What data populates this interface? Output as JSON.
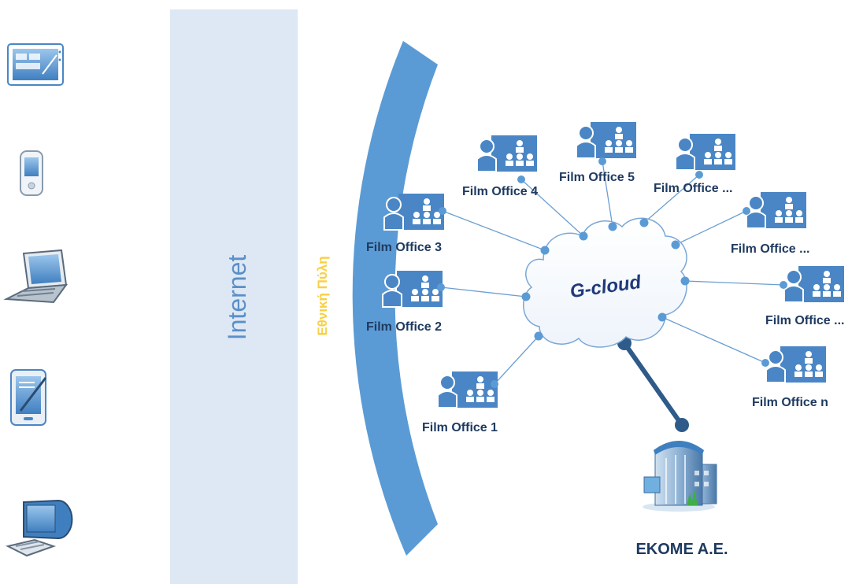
{
  "internet_label": "Internet",
  "portal_label": "Εθνική Πύλη",
  "cloud_label": "G-cloud",
  "ekome_label": "EKOME A.E.",
  "devices": [
    {
      "name": "tablet-dashboard-icon"
    },
    {
      "name": "mobile-phone-icon"
    },
    {
      "name": "laptop-icon"
    },
    {
      "name": "pda-stylus-icon"
    },
    {
      "name": "desktop-computer-icon"
    }
  ],
  "offices": [
    {
      "label": "Film Office 1"
    },
    {
      "label": "Film Office 2"
    },
    {
      "label": "Film Office 3"
    },
    {
      "label": "Film Office 4"
    },
    {
      "label": "Film Office 5"
    },
    {
      "label": "Film Office ..."
    },
    {
      "label": "Film Office ..."
    },
    {
      "label": "Film Office ..."
    },
    {
      "label": "Film Office n"
    }
  ],
  "colors": {
    "internet_band": "#dde8f4",
    "internet_text": "#5b8fc7",
    "portal_arc": "#5b9bd5",
    "portal_text": "#f7d046",
    "cloud_text": "#1f3a7a",
    "link": "#6b9fd2",
    "node": "#5b9bd5",
    "ekome_link": "#2e5b8a",
    "office_icon": "#4a86c5"
  }
}
